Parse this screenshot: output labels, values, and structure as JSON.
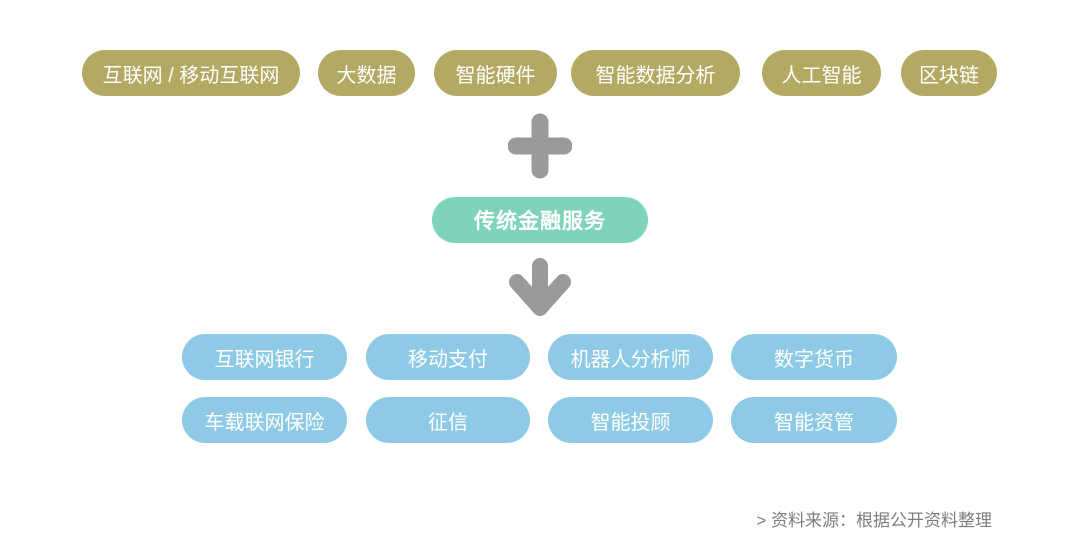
{
  "diagram": {
    "title_implicit": "fintech-capabilities-to-services",
    "top_row": {
      "items": [
        {
          "label": "互联网 / 移动互联网"
        },
        {
          "label": "大数据"
        },
        {
          "label": "智能硬件"
        },
        {
          "label": "智能数据分析"
        },
        {
          "label": "人工智能"
        },
        {
          "label": "区块链"
        }
      ]
    },
    "operators": {
      "plus_icon": "plus",
      "arrow_icon": "arrow-down"
    },
    "center": {
      "label": "传统金融服务"
    },
    "bottom_rows": {
      "row1": [
        {
          "label": "互联网银行"
        },
        {
          "label": "移动支付"
        },
        {
          "label": "机器人分析师"
        },
        {
          "label": "数字货币"
        }
      ],
      "row2": [
        {
          "label": "车载联网保险"
        },
        {
          "label": "征信"
        },
        {
          "label": "智能投顾"
        },
        {
          "label": "智能资管"
        }
      ]
    },
    "footer": {
      "source": "> 资料来源：根据公开资料整理"
    },
    "colors": {
      "capability_pill": "#b3a963",
      "center_pill": "#7ed3ba",
      "service_pill": "#8ecae6",
      "operator_gray": "#9a9a9a",
      "source_text": "#7d7d7d",
      "background": "#ffffff",
      "pill_text": "#ffffff"
    }
  }
}
